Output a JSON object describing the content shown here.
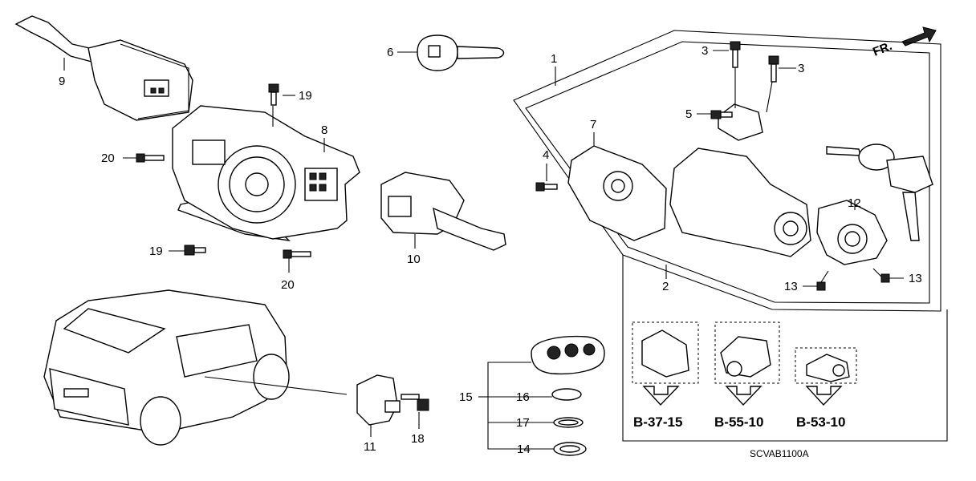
{
  "diagram_code": "SCVAB1100A",
  "direction_marker": "FR.",
  "callouts": {
    "c1": "1",
    "c2": "2",
    "c3a": "3",
    "c3b": "3",
    "c4": "4",
    "c5": "5",
    "c6": "6",
    "c7": "7",
    "c8": "8",
    "c9": "9",
    "c10": "10",
    "c11": "11",
    "c12": "12",
    "c13a": "13",
    "c13b": "13",
    "c14": "14",
    "c15": "15",
    "c16": "16",
    "c17": "17",
    "c18": "18",
    "c19a": "19",
    "c19b": "19",
    "c20a": "20",
    "c20b": "20"
  },
  "references": [
    "B-37-15",
    "B-55-10",
    "B-53-10"
  ]
}
